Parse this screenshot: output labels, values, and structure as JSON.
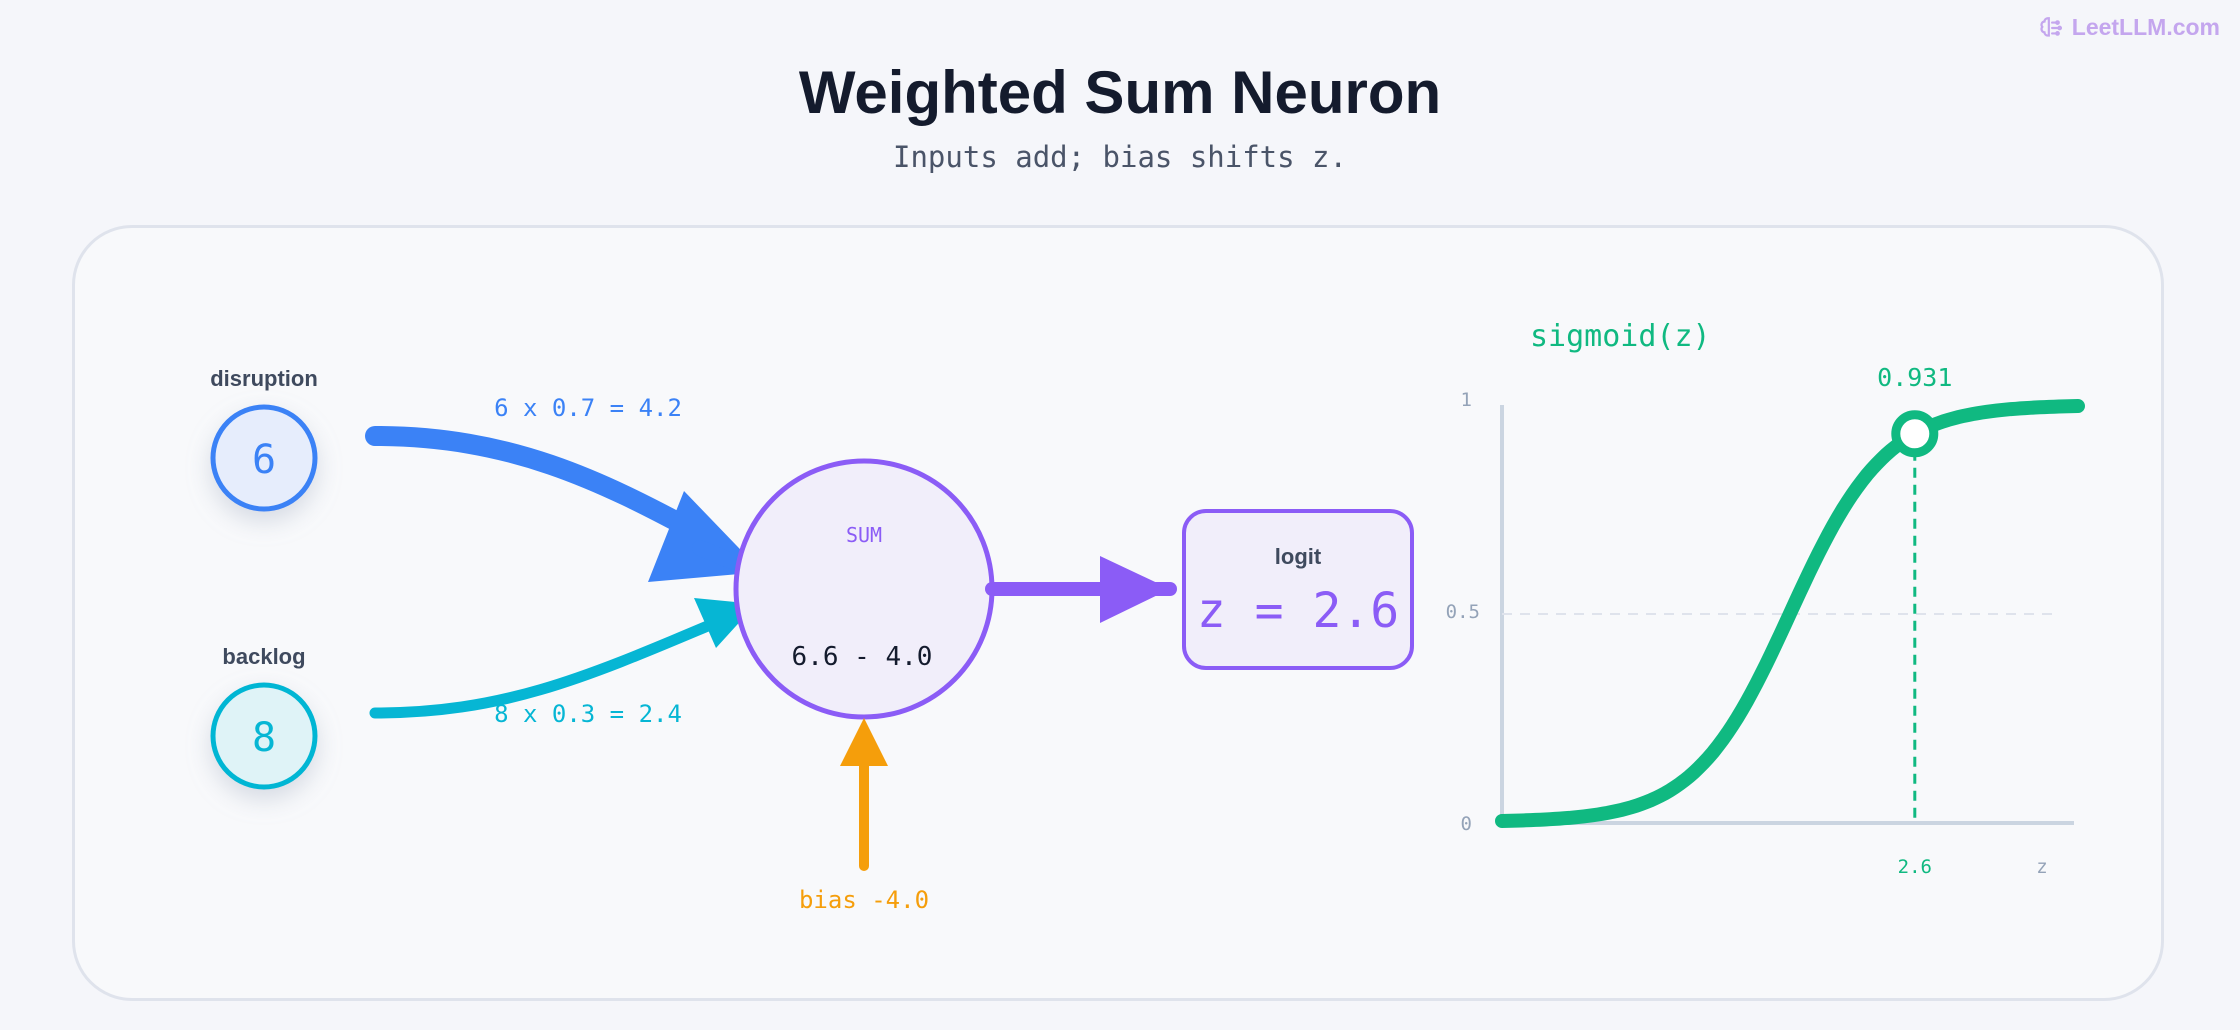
{
  "brand": {
    "name": "LeetLLM.com",
    "icon": "brain-icon",
    "color": "#c4a6ee"
  },
  "header": {
    "title": "Weighted Sum Neuron",
    "subtitle": "Inputs add; bias shifts z."
  },
  "inputs": [
    {
      "label": "disruption",
      "value": "6",
      "equation": "6 x 0.7 = 4.2",
      "color": "#3b82f6"
    },
    {
      "label": "backlog",
      "value": "8",
      "equation": "8 x 0.3 = 2.4",
      "color": "#06b6d4"
    }
  ],
  "sum_node": {
    "label": "SUM",
    "expression": "6.6 - 4.0",
    "color": "#8b5cf6"
  },
  "bias": {
    "label": "bias -4.0",
    "color": "#f59e0b"
  },
  "logit": {
    "title": "logit",
    "value": "z = 2.6"
  },
  "chart_data": {
    "type": "line",
    "title": "sigmoid(z)",
    "xlabel": "z",
    "ylabel": "",
    "y_ticks": [
      "0",
      "0.5",
      "1"
    ],
    "x_marker_label": "2.6",
    "point_label": "0.931",
    "point": {
      "x": 2.6,
      "y": 0.931
    },
    "xlim": [
      -6,
      6
    ],
    "ylim": [
      0,
      1
    ],
    "color": "#10b981",
    "series": [
      {
        "function": "sigmoid",
        "x_start": -6,
        "x_end": 6
      }
    ]
  }
}
